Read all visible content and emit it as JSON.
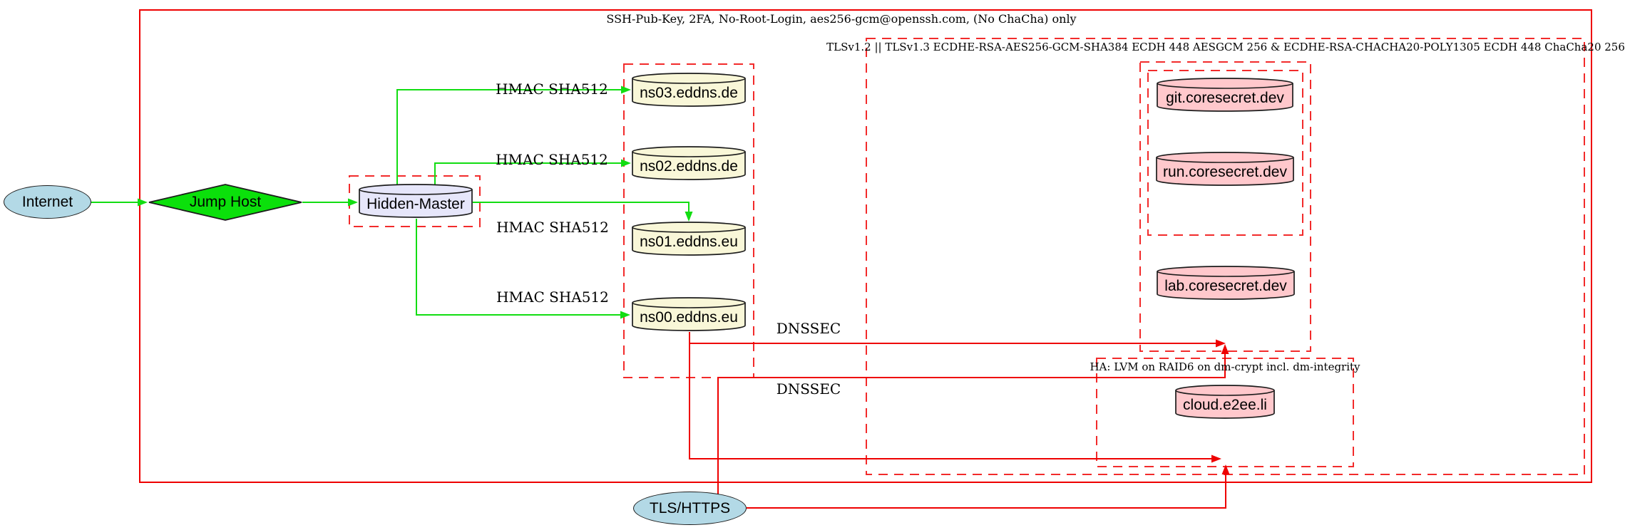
{
  "colors": {
    "cluster_red": "#f22b2b",
    "edge_red": "#ee0000",
    "edge_green": "#12dd12",
    "fill_green": "#0be00b",
    "fill_blue": "#b3d9e6",
    "fill_lavender": "#e6e6fa",
    "fill_yellow": "#f9f7d8",
    "fill_pink": "#ffc8cc"
  },
  "clusters": {
    "ssh": {
      "label": "SSH-Pub-Key, 2FA, No-Root-Login, aes256-gcm@openssh.com, (No ChaCha) only"
    },
    "tls": {
      "label": "TLSv1.2 || TLSv1.3 ECDHE-RSA-AES256-GCM-SHA384 ECDH 448 AESGCM 256 & ECDHE-RSA-CHACHA20-POLY1305 ECDH 448 ChaCha20 256"
    },
    "ha": {
      "label": "HA: LVM on RAID6 on dm-crypt incl. dm-integrity"
    }
  },
  "nodes": {
    "internet": {
      "label": "Internet",
      "shape": "ellipse"
    },
    "jump_host": {
      "label": "Jump Host",
      "shape": "diamond"
    },
    "hidden_master": {
      "label": "Hidden-Master",
      "shape": "cylinder"
    },
    "ns03": {
      "label": "ns03.eddns.de",
      "shape": "cylinder"
    },
    "ns02": {
      "label": "ns02.eddns.de",
      "shape": "cylinder"
    },
    "ns01": {
      "label": "ns01.eddns.eu",
      "shape": "cylinder"
    },
    "ns00": {
      "label": "ns00.eddns.eu",
      "shape": "cylinder"
    },
    "git": {
      "label": "git.coresecret.dev",
      "shape": "cylinder"
    },
    "run": {
      "label": "run.coresecret.dev",
      "shape": "cylinder"
    },
    "lab": {
      "label": "lab.coresecret.dev",
      "shape": "cylinder"
    },
    "cloud": {
      "label": "cloud.e2ee.li",
      "shape": "cylinder"
    },
    "tls_https": {
      "label": "TLS/HTTPS",
      "shape": "ellipse"
    }
  },
  "edge_labels": {
    "hmac_ns03": "HMAC SHA512",
    "hmac_ns02": "HMAC SHA512",
    "hmac_ns01": "HMAC SHA512",
    "hmac_ns00": "HMAC SHA512",
    "dnssec_upper": "DNSSEC",
    "dnssec_lower": "DNSSEC"
  }
}
